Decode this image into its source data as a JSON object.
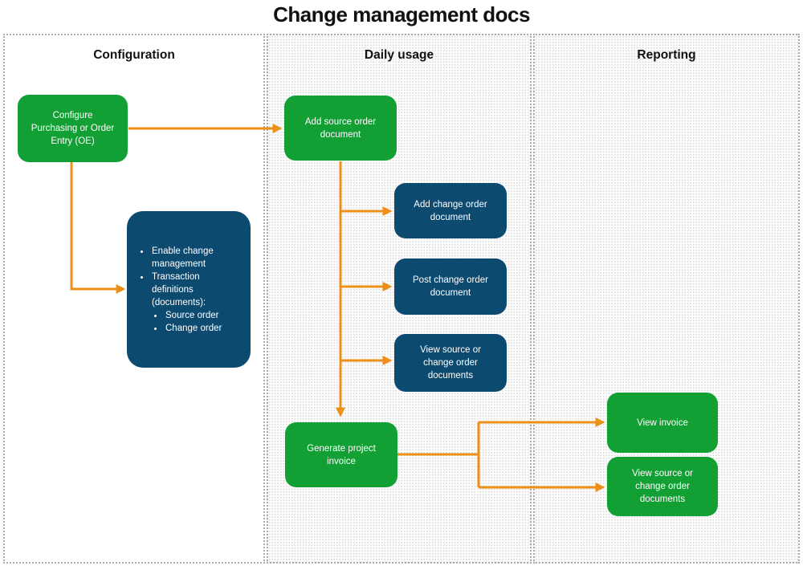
{
  "title": "Change management docs",
  "columns": [
    {
      "id": "configuration",
      "label": "Configuration"
    },
    {
      "id": "daily-usage",
      "label": "Daily usage"
    },
    {
      "id": "reporting",
      "label": "Reporting"
    }
  ],
  "nodes": {
    "configure_oe": "Configure Purchasing or Order Entry (OE)",
    "add_source_order": "Add source order document",
    "add_change_order": "Add change order document",
    "post_change_order": "Post change order document",
    "view_source_change_daily": "View source or change order documents",
    "generate_invoice": "Generate project invoice",
    "view_invoice": "View invoice",
    "view_source_change_report": "View source or change order documents"
  },
  "details": {
    "bullet1": "Enable change management",
    "bullet2": "Transaction definitions (documents):",
    "sub1": "Source order",
    "sub2": "Change order"
  },
  "edges": [
    {
      "from": "configure_oe",
      "to": "add_source_order"
    },
    {
      "from": "configure_oe",
      "to": "config_details"
    },
    {
      "from": "add_source_order",
      "to": "add_change_order"
    },
    {
      "from": "add_source_order",
      "to": "post_change_order"
    },
    {
      "from": "add_source_order",
      "to": "view_source_change_daily"
    },
    {
      "from": "add_source_order",
      "to": "generate_invoice"
    },
    {
      "from": "generate_invoice",
      "to": "view_invoice"
    },
    {
      "from": "generate_invoice",
      "to": "view_source_change_report"
    }
  ],
  "colors": {
    "node_green": "#12a034",
    "node_blue": "#0d4a70",
    "arrow_orange": "#ec9018",
    "lane_border": "#ababab",
    "text_dark": "#111111",
    "text_light": "#ffffff"
  }
}
